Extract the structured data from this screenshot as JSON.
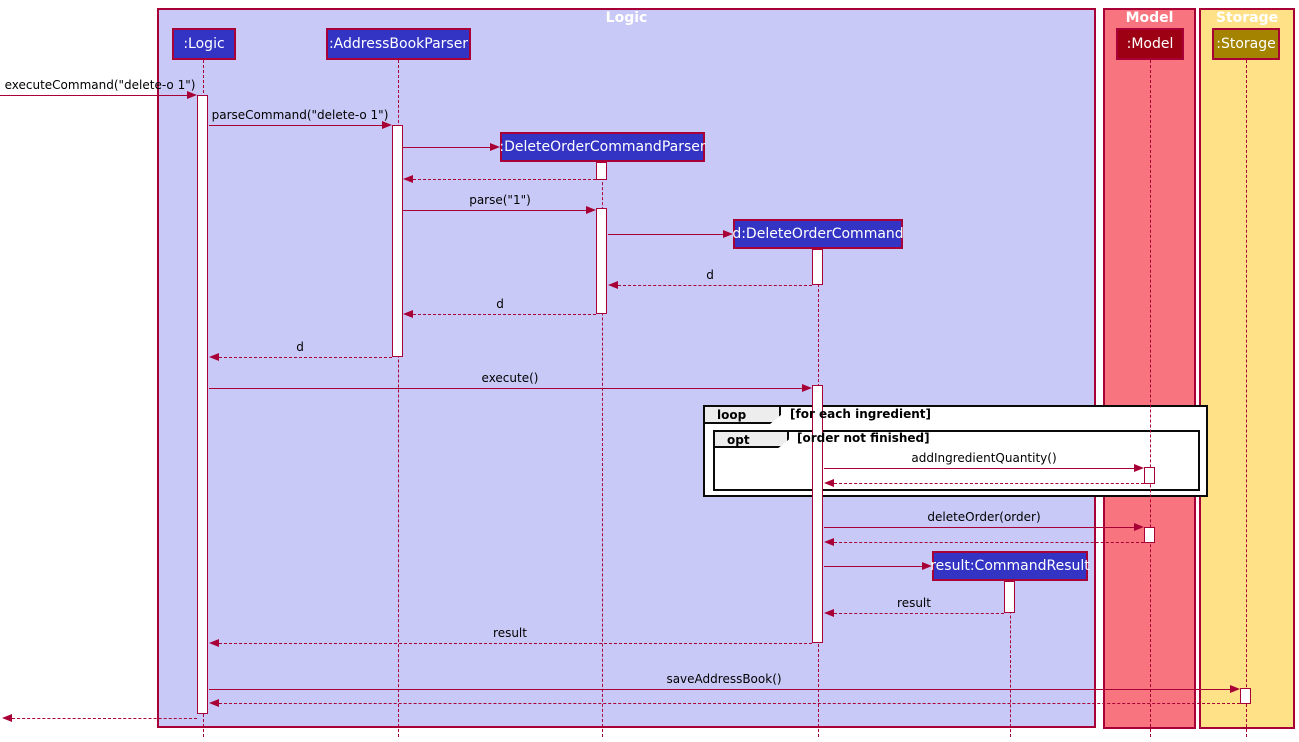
{
  "diagram_type": "uml-sequence-diagram",
  "frames": [
    {
      "title": "Logic"
    },
    {
      "title": "Model"
    },
    {
      "title": "Storage"
    }
  ],
  "participants": [
    {
      "label": ":Logic"
    },
    {
      "label": ":AddressBookParser"
    },
    {
      "label": ":DeleteOrderCommandParser"
    },
    {
      "label": "d:DeleteOrderCommand"
    },
    {
      "label": "result:CommandResult"
    },
    {
      "label": ":Model"
    },
    {
      "label": ":Storage"
    }
  ],
  "fragments": [
    {
      "operator": "loop",
      "guard": "[for each ingredient]"
    },
    {
      "operator": "opt",
      "guard": "[order not finished]"
    }
  ],
  "messages": [
    {
      "from": "caller",
      "to": ":Logic",
      "type": "call",
      "label": "executeCommand(\"delete-o 1\")"
    },
    {
      "from": ":Logic",
      "to": ":AddressBookParser",
      "type": "call",
      "label": "parseCommand(\"delete-o 1\")"
    },
    {
      "from": ":AddressBookParser",
      "to": ":DeleteOrderCommandParser",
      "type": "create",
      "label": ""
    },
    {
      "from": ":DeleteOrderCommandParser",
      "to": ":AddressBookParser",
      "type": "return",
      "label": ""
    },
    {
      "from": ":AddressBookParser",
      "to": ":DeleteOrderCommandParser",
      "type": "call",
      "label": "parse(\"1\")"
    },
    {
      "from": ":DeleteOrderCommandParser",
      "to": "d:DeleteOrderCommand",
      "type": "create",
      "label": ""
    },
    {
      "from": "d:DeleteOrderCommand",
      "to": ":DeleteOrderCommandParser",
      "type": "return",
      "label": "d"
    },
    {
      "from": ":DeleteOrderCommandParser",
      "to": ":AddressBookParser",
      "type": "return",
      "label": "d"
    },
    {
      "from": ":AddressBookParser",
      "to": ":Logic",
      "type": "return",
      "label": "d"
    },
    {
      "from": ":Logic",
      "to": "d:DeleteOrderCommand",
      "type": "call",
      "label": "execute()"
    },
    {
      "from": "d:DeleteOrderCommand",
      "to": ":Model",
      "type": "call",
      "label": "addIngredientQuantity()"
    },
    {
      "from": ":Model",
      "to": "d:DeleteOrderCommand",
      "type": "return",
      "label": ""
    },
    {
      "from": "d:DeleteOrderCommand",
      "to": ":Model",
      "type": "call",
      "label": "deleteOrder(order)"
    },
    {
      "from": ":Model",
      "to": "d:DeleteOrderCommand",
      "type": "return",
      "label": ""
    },
    {
      "from": "d:DeleteOrderCommand",
      "to": "result:CommandResult",
      "type": "create",
      "label": ""
    },
    {
      "from": "result:CommandResult",
      "to": "d:DeleteOrderCommand",
      "type": "return",
      "label": "result"
    },
    {
      "from": "d:DeleteOrderCommand",
      "to": ":Logic",
      "type": "return",
      "label": "result"
    },
    {
      "from": ":Logic",
      "to": ":Storage",
      "type": "call",
      "label": "saveAddressBook()"
    },
    {
      "from": ":Storage",
      "to": ":Logic",
      "type": "return",
      "label": ""
    },
    {
      "from": ":Logic",
      "to": "caller",
      "type": "return",
      "label": ""
    }
  ],
  "colors": {
    "frame_logic_bg": "#C9C9F7",
    "frame_model_bg": "#F8747E",
    "frame_storage_bg": "#FFE187",
    "participant_logic_fill": "#3333C4",
    "participant_model_fill": "#9D0012",
    "participant_storage_fill": "#A38300",
    "border_and_arrow": "#A80036",
    "fragment_bg": "#FFFFFF",
    "fragment_border": "#0A0A0A",
    "participant_text": "#FFFFFF",
    "message_text": "#000000"
  }
}
